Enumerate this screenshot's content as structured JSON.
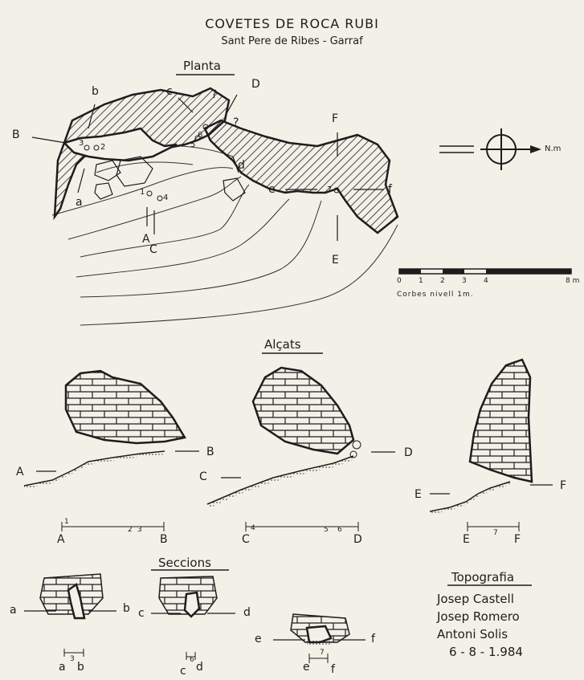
{
  "title": "COVETES DE ROCA RUBI",
  "subtitle": "Sant Pere de Ribes - Garraf",
  "plan": {
    "heading": "Planta",
    "points": [
      "B",
      "b",
      "c",
      "D",
      "?",
      "?",
      "F",
      "a",
      "A",
      "C",
      "d",
      "e",
      "f",
      "E"
    ],
    "stations": [
      "3",
      "2",
      "1",
      "4",
      "5",
      "6",
      "7"
    ],
    "north": "N.m",
    "scale_ticks": [
      "0",
      "1",
      "2",
      "3",
      "4",
      "8 m"
    ],
    "scale_caption": "Corbes nivell 1m."
  },
  "elevations": {
    "heading": "Alçats",
    "ends": [
      "A",
      "B",
      "C",
      "D",
      "E",
      "F"
    ],
    "axis_AB": [
      "A",
      "1",
      "2",
      "3",
      "B"
    ],
    "axis_CD": [
      "C",
      "4",
      "5",
      "6",
      "D"
    ],
    "axis_EF": [
      "E",
      "7",
      "F"
    ]
  },
  "sections": {
    "heading": "Seccions",
    "ends": [
      "a",
      "b",
      "c",
      "d",
      "e",
      "f"
    ],
    "axis_ab": [
      "a",
      "3",
      "b"
    ],
    "axis_cd": [
      "c",
      "6",
      "d"
    ],
    "axis_ef": [
      "e",
      "7",
      "f"
    ]
  },
  "credits": {
    "heading": "Topografia",
    "names": [
      "Josep Castell",
      "Josep Romero",
      "Antoni Solis"
    ],
    "date": "6 - 8 - 1.984"
  }
}
